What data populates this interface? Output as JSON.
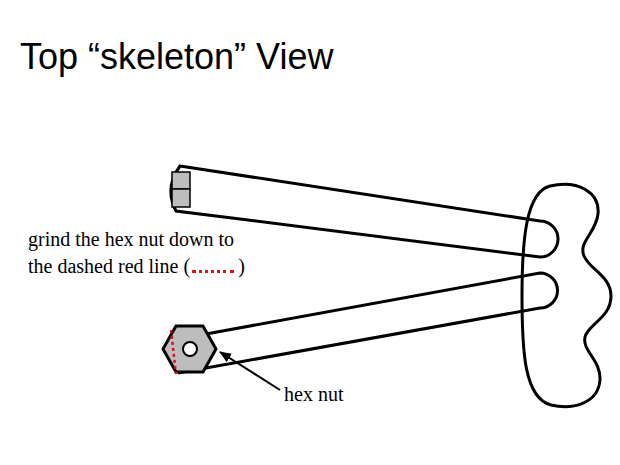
{
  "diagram": {
    "title": "Top “skeleton” View",
    "labels": [
      "grind the hex nut down to the dashed red line (",
      ")",
      "hex nut"
    ]
  }
}
